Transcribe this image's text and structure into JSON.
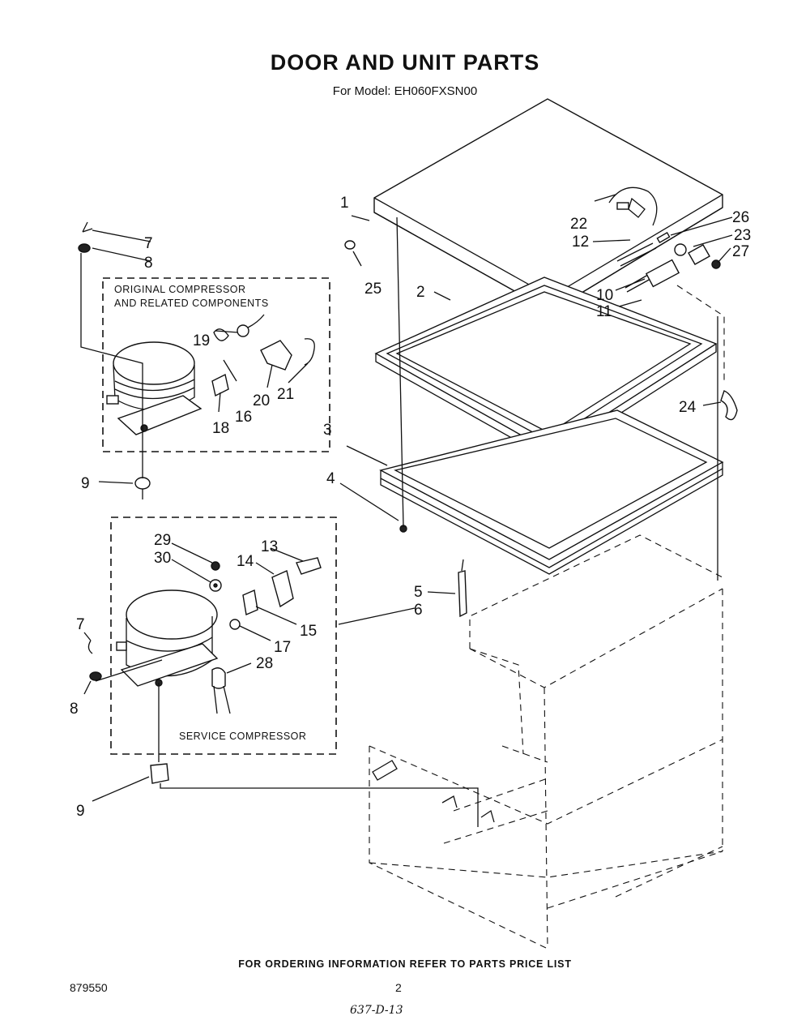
{
  "title": "DOOR AND UNIT PARTS",
  "subtitle": "For Model: EH060FXSN00",
  "boxes": {
    "original_label_1": "ORIGINAL COMPRESSOR",
    "original_label_2": "AND RELATED COMPONENTS",
    "service_label": "SERVICE COMPRESSOR"
  },
  "callouts": {
    "c1": "1",
    "c2": "2",
    "c3": "3",
    "c4": "4",
    "c5": "5",
    "c6": "6",
    "c7a": "7",
    "c7b": "7",
    "c8a": "8",
    "c8b": "8",
    "c9a": "9",
    "c9b": "9",
    "c10": "10",
    "c11": "11",
    "c12": "12",
    "c13": "13",
    "c14": "14",
    "c15": "15",
    "c16": "16",
    "c17": "17",
    "c18": "18",
    "c19": "19",
    "c20": "20",
    "c21": "21",
    "c22": "22",
    "c23": "23",
    "c24": "24",
    "c25": "25",
    "c26": "26",
    "c27": "27",
    "c28": "28",
    "c29": "29",
    "c30": "30"
  },
  "footer": {
    "note": "FOR ORDERING INFORMATION REFER TO PARTS PRICE LIST",
    "doc_number": "879550",
    "page_number": "2",
    "handwritten": "637-D-13"
  }
}
